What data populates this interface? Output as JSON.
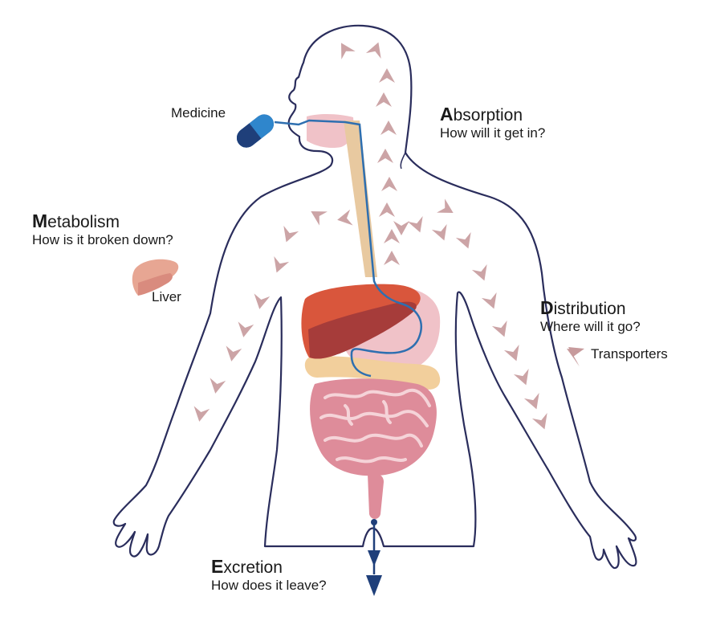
{
  "labels": {
    "medicine": "Medicine",
    "absorption": {
      "initial": "A",
      "rest": "bsorption",
      "question": "How will it get in?"
    },
    "metabolism": {
      "initial": "M",
      "rest": "etabolism",
      "question": "How is it broken down?"
    },
    "liver": "Liver",
    "distribution": {
      "initial": "D",
      "rest": "istribution",
      "question": "Where will it go?"
    },
    "transporters": "Transporters",
    "excretion": {
      "initial": "E",
      "rest": "xcretion",
      "question": "How does it leave?"
    }
  },
  "colors": {
    "outline": "#2a2d5c",
    "arrow": "#c79a9c",
    "liver_light": "#d9563c",
    "liver_dark": "#a63c3a",
    "stomach": "#f0c2c8",
    "intestine": "#de8c9a",
    "esophagus": "#e8c9a0",
    "pathway": "#2e6fb0",
    "pill_light": "#2f86cc",
    "pill_dark": "#1f3f7a"
  },
  "icons": [
    "pill-icon",
    "liver-icon",
    "transporter-arrow-icon",
    "drug-flow-arrow-icon"
  ]
}
